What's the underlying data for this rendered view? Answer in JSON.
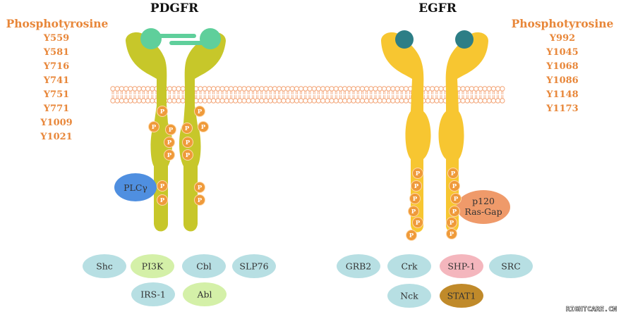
{
  "colors": {
    "pdgfr_body": "#c7c72a",
    "egfr_body": "#f7c631",
    "pdgfr_ligand": "#5fcf9b",
    "egfr_ligand": "#2d7e86",
    "phospho": "#ef9a3a",
    "membrane": "#f3a476",
    "accent_text": "#e8873a"
  },
  "pdgfr": {
    "title": "PDGFR",
    "phosphotyrosine_title": "Phosphotyrosine",
    "sites": [
      "Y559",
      "Y581",
      "Y716",
      "Y741",
      "Y751",
      "Y771",
      "Y1009",
      "Y1021"
    ],
    "bound_label": "PLCγ"
  },
  "egfr": {
    "title": "EGFR",
    "phosphotyrosine_title": "Phosphotyrosine",
    "sites": [
      "Y992",
      "Y1045",
      "Y1068",
      "Y1086",
      "Y1148",
      "Y1173"
    ],
    "bound_label": [
      "p120",
      "Ras-Gap"
    ]
  },
  "phospho_label": "P",
  "pdgfr_partners": [
    {
      "label": "Shc",
      "color": "#b7dfe3"
    },
    {
      "label": "PI3K",
      "color": "#d4f0a8"
    },
    {
      "label": "Cbl",
      "color": "#b7dfe3"
    },
    {
      "label": "SLP76",
      "color": "#b7dfe3"
    },
    {
      "label": "IRS-1",
      "color": "#b7dfe3"
    },
    {
      "label": "Abl",
      "color": "#d4f0a8"
    }
  ],
  "egfr_partners": [
    {
      "label": "GRB2",
      "color": "#b7dfe3"
    },
    {
      "label": "Crk",
      "color": "#b7dfe3"
    },
    {
      "label": "SHP-1",
      "color": "#f4b6bd"
    },
    {
      "label": "SRC",
      "color": "#b7dfe3"
    },
    {
      "label": "Nck",
      "color": "#b7dfe3"
    },
    {
      "label": "STAT1",
      "color": "#c08a2a"
    }
  ],
  "watermark": "RIGHTCARE.CN"
}
